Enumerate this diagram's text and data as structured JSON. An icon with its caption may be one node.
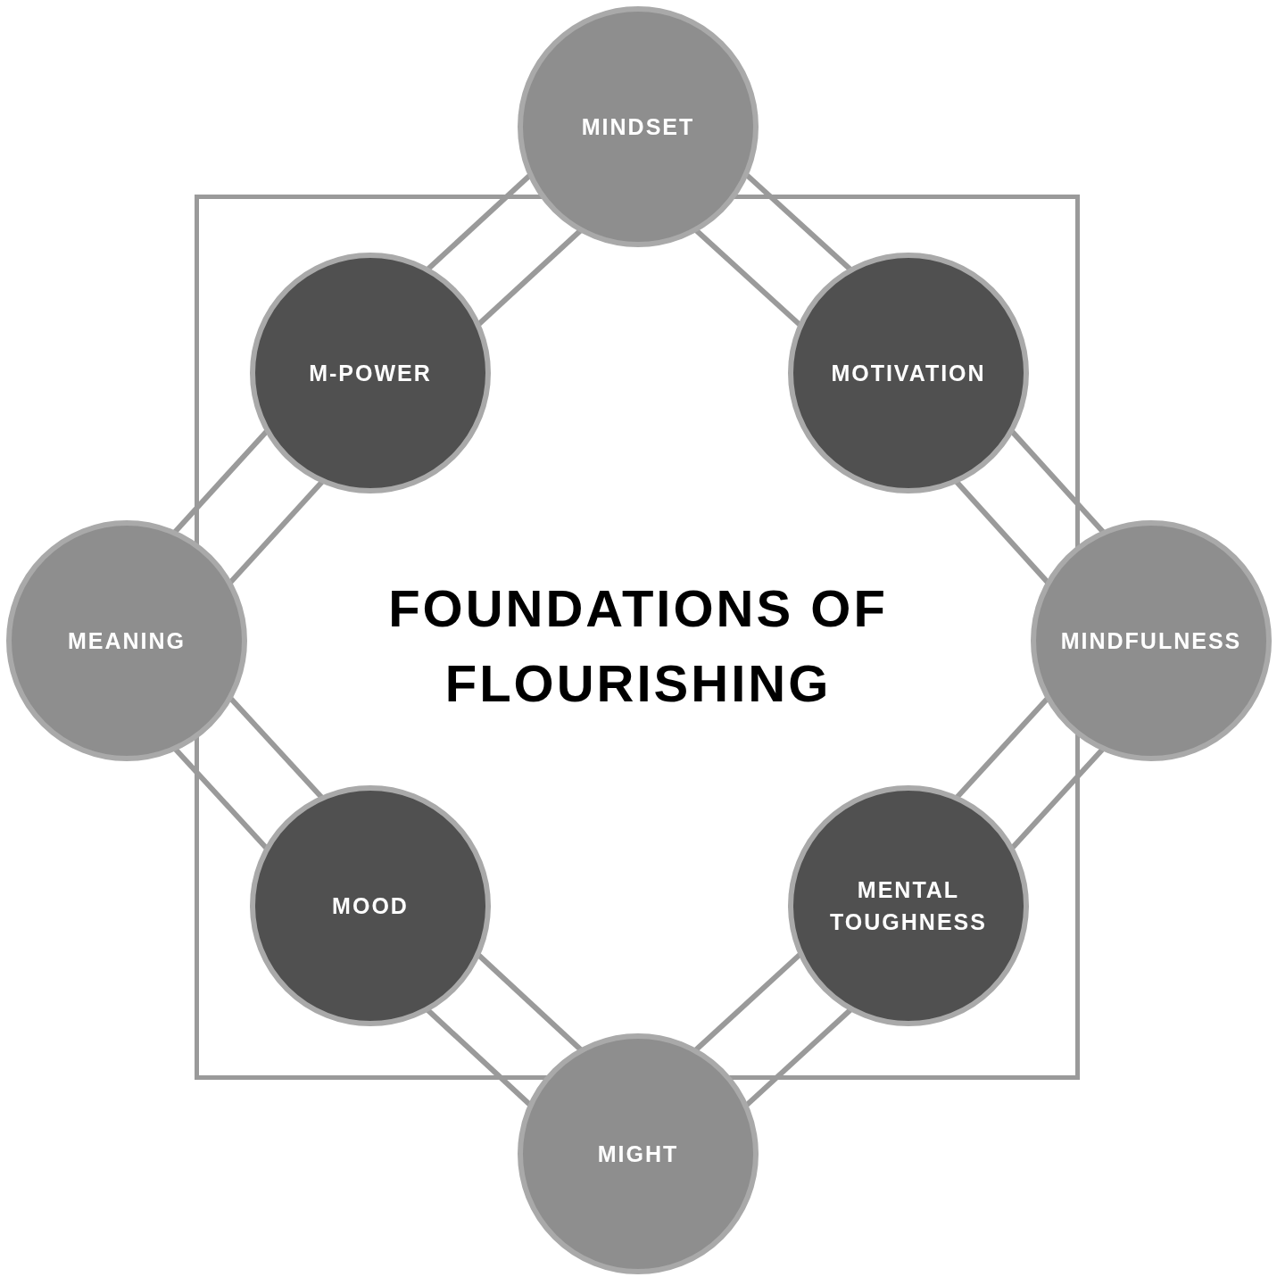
{
  "diagram": {
    "title": "FOUNDATIONS OF FLOURISHING",
    "nodes": [
      {
        "text": [
          "MINDSET"
        ]
      },
      {
        "text": [
          "M-POWER"
        ]
      },
      {
        "text": [
          "MOTIVATION"
        ]
      },
      {
        "text": [
          "MEANING"
        ]
      },
      {
        "text": [
          "MINDFULNESS"
        ]
      },
      {
        "text": [
          "MOOD"
        ]
      },
      {
        "text": [
          "MENTAL TOUGHNESS"
        ]
      },
      {
        "text": [
          "MIGHT"
        ]
      }
    ],
    "edges": [
      {
        "from": 0,
        "to": 1,
        "arrow": "none"
      },
      {
        "from": 0,
        "to": 1,
        "arrow": "none"
      },
      {
        "from": 0,
        "to": 2,
        "arrow": "none"
      },
      {
        "from": 0,
        "to": 2,
        "arrow": "none"
      },
      {
        "from": 1,
        "to": 3,
        "arrow": "none"
      },
      {
        "from": 1,
        "to": 3,
        "arrow": "none"
      },
      {
        "from": 2,
        "to": 4,
        "arrow": "none"
      },
      {
        "from": 2,
        "to": 4,
        "arrow": "none"
      },
      {
        "from": 3,
        "to": 5,
        "arrow": "none"
      },
      {
        "from": 3,
        "to": 5,
        "arrow": "none"
      },
      {
        "from": 4,
        "to": 6,
        "arrow": "none"
      },
      {
        "from": 4,
        "to": 6,
        "arrow": "none"
      },
      {
        "from": 5,
        "to": 7,
        "arrow": "none"
      },
      {
        "from": 5,
        "to": 7,
        "arrow": "none"
      },
      {
        "from": 6,
        "to": 7,
        "arrow": "none"
      },
      {
        "from": 6,
        "to": 7,
        "arrow": "none"
      }
    ]
  }
}
